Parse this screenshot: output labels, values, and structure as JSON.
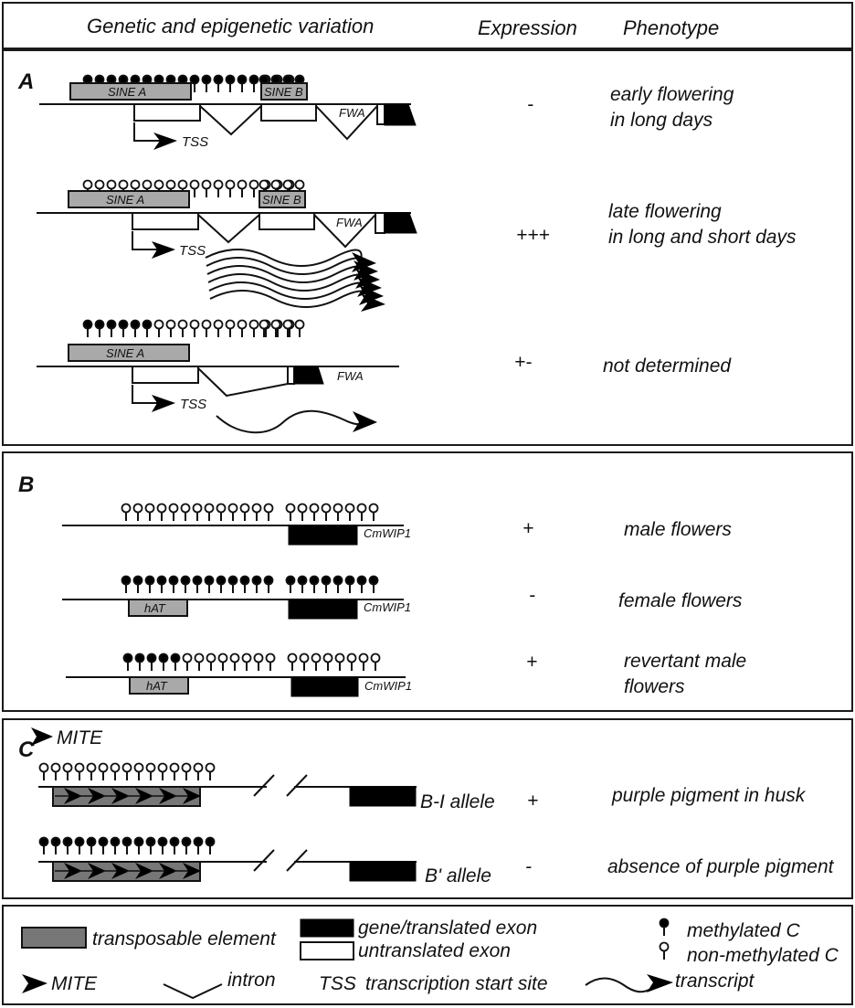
{
  "header": {
    "col1": "Genetic and epigenetic variation",
    "col2": "Expression",
    "col3": "Phenotype"
  },
  "panels": {
    "A": {
      "letter": "A",
      "rows": [
        {
          "te1": "SINE A",
          "te2": "SINE B",
          "gene": "FWA",
          "tss": "TSS",
          "expression": "-",
          "phenotype_line1": "early flowering",
          "phenotype_line2": "in long days"
        },
        {
          "te1": "SINE A",
          "te2": "SINE B",
          "gene": "FWA",
          "tss": "TSS",
          "expression": "+++",
          "phenotype_line1": "late flowering",
          "phenotype_line2": "in long and short days"
        },
        {
          "te1": "SINE A",
          "gene": "FWA",
          "tss": "TSS",
          "expression": "+-",
          "phenotype_line1": "not determined"
        }
      ]
    },
    "B": {
      "letter": "B",
      "rows": [
        {
          "gene": "CmWIP1",
          "expression": "+",
          "phenotype_line1": "male flowers"
        },
        {
          "te": "hAT",
          "gene": "CmWIP1",
          "expression": "-",
          "phenotype_line1": "female flowers"
        },
        {
          "te": "hAT",
          "gene": "CmWIP1",
          "expression": "+",
          "phenotype_line1": "revertant male",
          "phenotype_line2": "flowers"
        }
      ]
    },
    "C": {
      "letter": "C",
      "mite_label": "MITE",
      "rows": [
        {
          "allele": "B-I allele",
          "expression": "+",
          "phenotype_line1": "purple pigment in husk"
        },
        {
          "allele": "B' allele",
          "expression": "-",
          "phenotype_line1": "absence of purple pigment"
        }
      ]
    }
  },
  "legend": {
    "transposable_element": "transposable element",
    "gene_exon": "gene/translated exon",
    "untranslated_exon": "untranslated exon",
    "methylated": "methylated C",
    "non_methylated": "non-methylated C",
    "mite": "MITE",
    "intron": "intron",
    "tss_abbr": "TSS",
    "tss_text": "transcription start site",
    "transcript": "transcript"
  },
  "colors": {
    "te_fill": "#a9a9a9",
    "te_dark_fill": "#777777",
    "gene_fill": "#000000"
  }
}
